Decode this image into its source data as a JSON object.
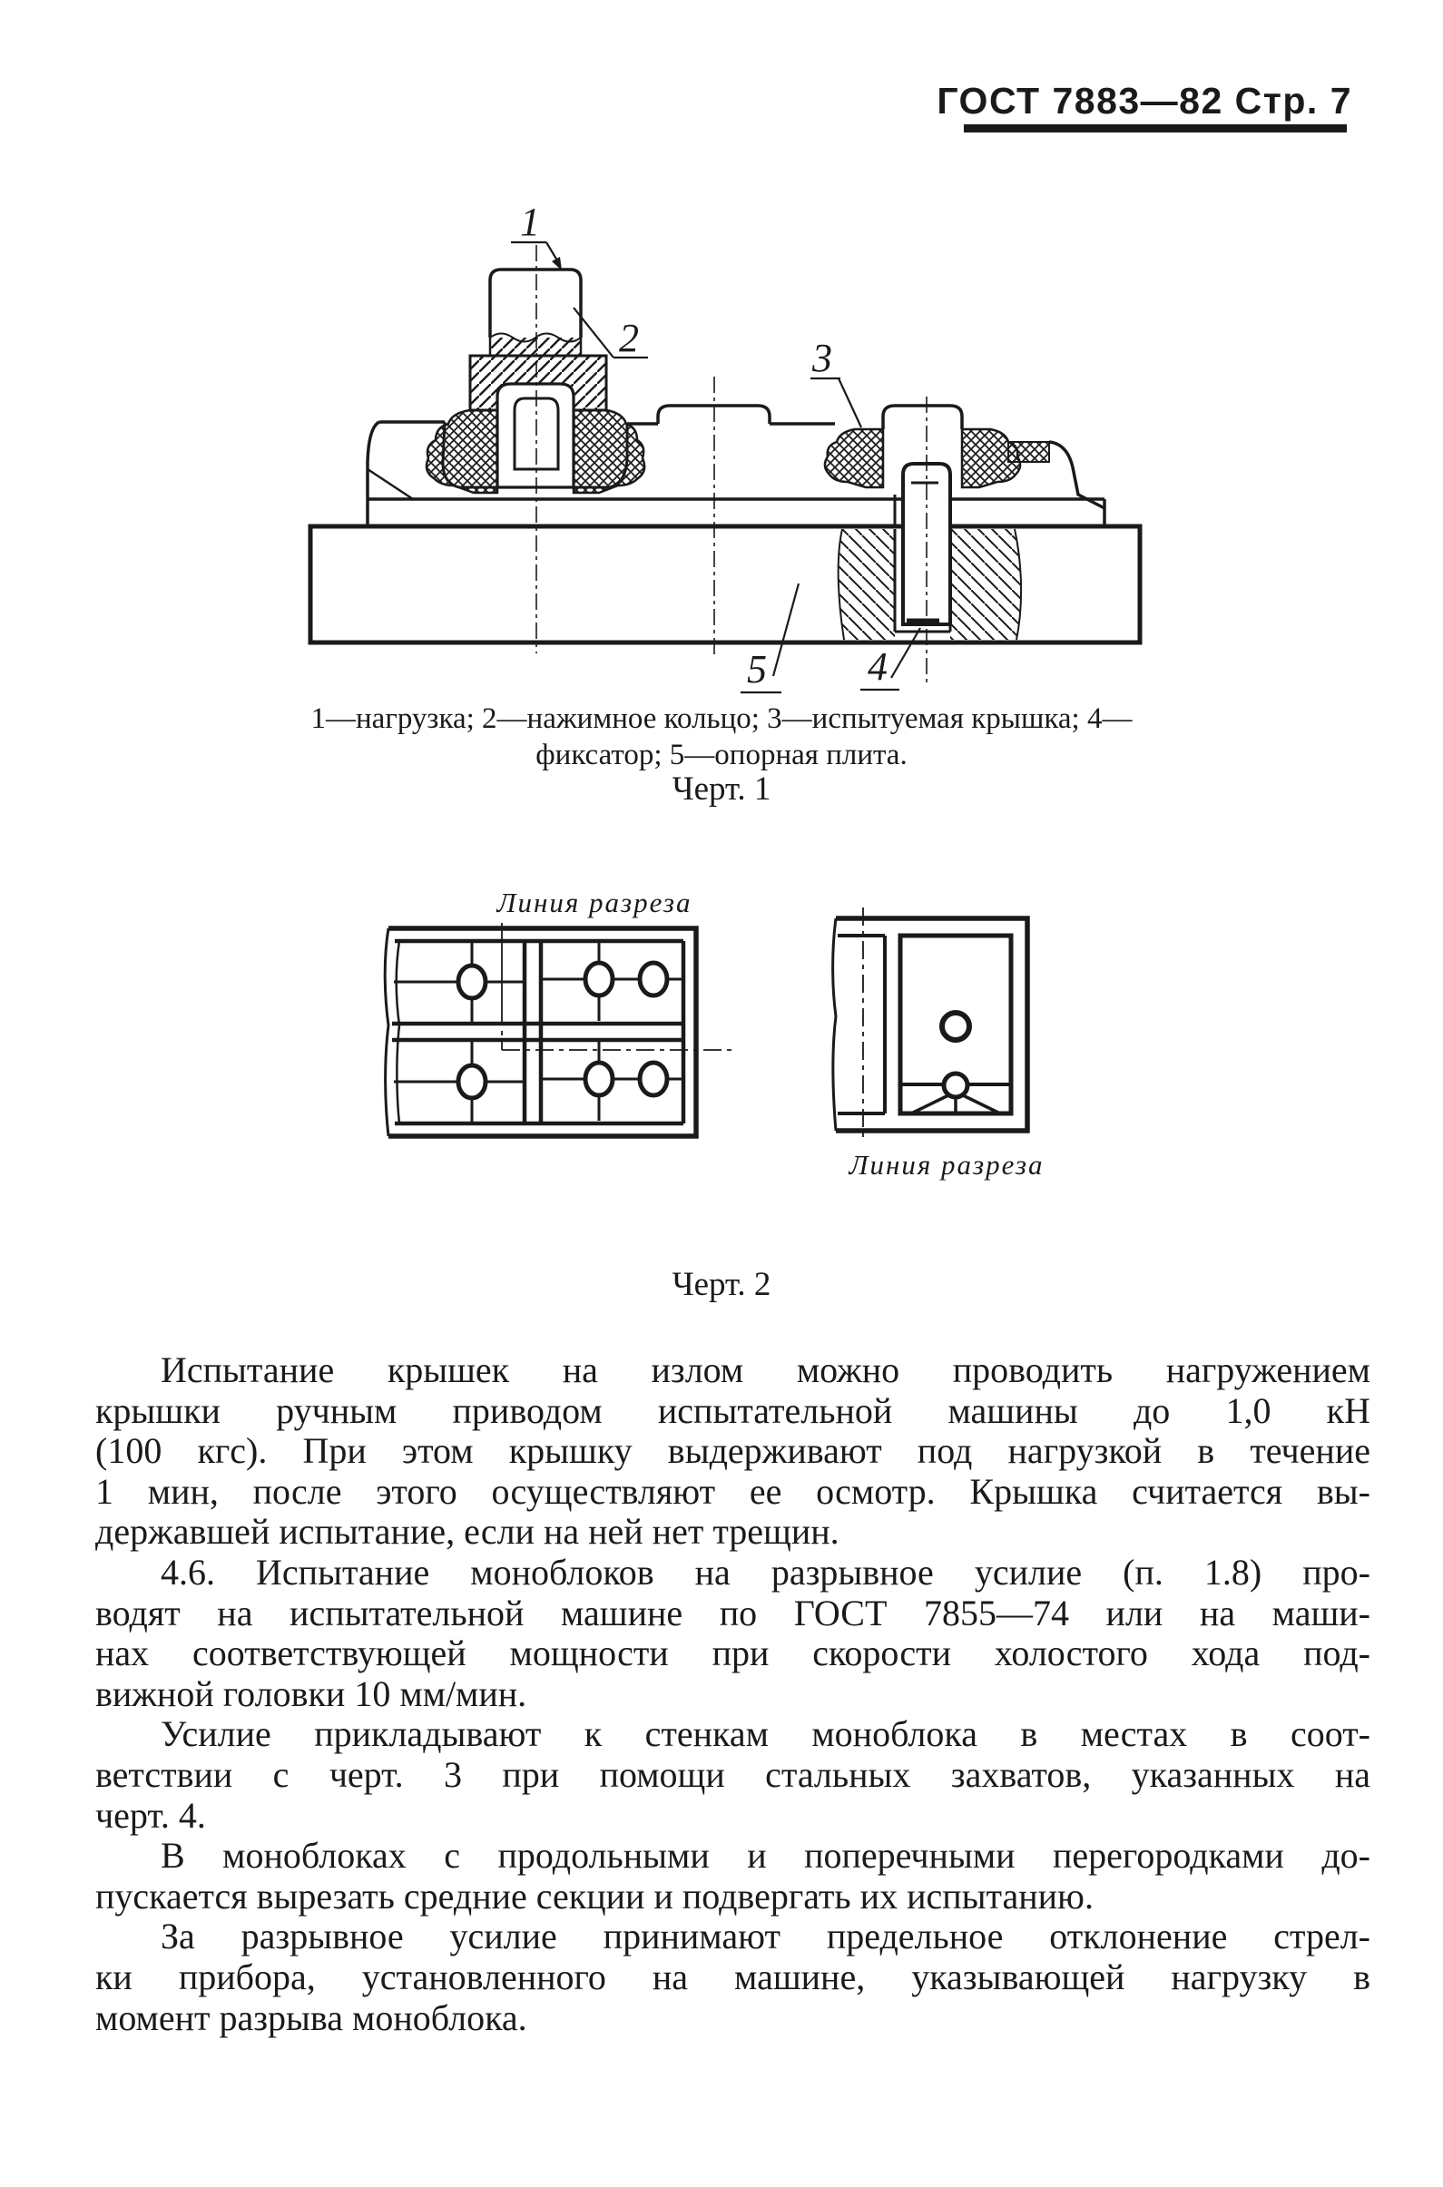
{
  "header": {
    "title": "ГОСТ 7883—82 Стр. 7"
  },
  "figure1": {
    "part_labels": [
      "1",
      "2",
      "3",
      "4",
      "5"
    ],
    "caption_lines": [
      "1—нагрузка; 2—нажимное кольцо; 3—испытуемая крышка; 4—",
      "фиксатор; 5—опорная плита."
    ],
    "title": "Черт. 1"
  },
  "figure2": {
    "section_label_top": "Линия разреза",
    "section_label_bottom": "Линия разреза",
    "title": "Черт. 2"
  },
  "body": {
    "lines": [
      {
        "text": "Испытание крышек на излом можно проводить нагружением",
        "indent": true,
        "last": false
      },
      {
        "text": "крышки ручным приводом испытательной машины до 1,0 кН",
        "indent": false,
        "last": false
      },
      {
        "text": "(100 кгс). При этом крышку выдерживают под нагрузкой в течение",
        "indent": false,
        "last": false
      },
      {
        "text": "1 мин, после этого осуществляют ее осмотр. Крышка считается вы-",
        "indent": false,
        "last": false
      },
      {
        "text": "державшей испытание, если на ней нет трещин.",
        "indent": false,
        "last": true
      },
      {
        "text": "4.6. Испытание моноблоков на разрывное усилие (п. 1.8) про-",
        "indent": true,
        "last": false
      },
      {
        "text": "водят на испытательной машине по ГОСТ 7855—74 или на маши-",
        "indent": false,
        "last": false
      },
      {
        "text": "нах соответствующей мощности при скорости холостого хода под-",
        "indent": false,
        "last": false
      },
      {
        "text": "вижной головки 10 мм/мин.",
        "indent": false,
        "last": true
      },
      {
        "text": "Усилие прикладывают к стенкам моноблока в местах в соот-",
        "indent": true,
        "last": false
      },
      {
        "text": "ветствии с черт. 3 при помощи стальных захватов, указанных на",
        "indent": false,
        "last": false
      },
      {
        "text": "черт. 4.",
        "indent": false,
        "last": true
      },
      {
        "text": "В моноблоках с продольными и поперечными перегородками до-",
        "indent": true,
        "last": false
      },
      {
        "text": "пускается вырезать средние секции и подвергать их испытанию.",
        "indent": false,
        "last": true
      },
      {
        "text": "За разрывное усилие принимают предельное отклонение стрел-",
        "indent": true,
        "last": false
      },
      {
        "text": "ки прибора, установленного на машине, указывающей нагрузку в",
        "indent": false,
        "last": false
      },
      {
        "text": "момент разрыва моноблока.",
        "indent": false,
        "last": true
      }
    ]
  }
}
